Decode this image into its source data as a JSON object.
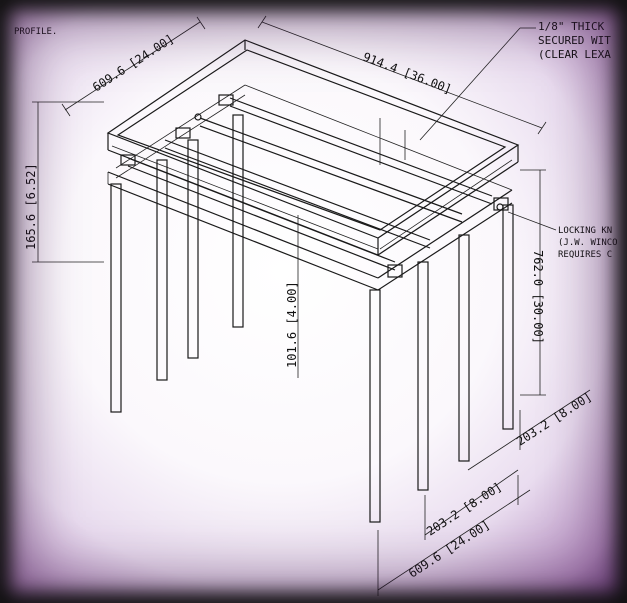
{
  "notes": {
    "top_left": "PROFILE.",
    "panel_note": [
      "1/8\" THICK",
      "SECURED WIT",
      "(CLEAR LEXA"
    ],
    "knob_note": [
      "LOCKING KN",
      "(J.W. WINCO",
      "REQUIRES C"
    ]
  },
  "dimensions": {
    "depth_top": "609.6 [24.00]",
    "width_top": "914.4 [36.00]",
    "rail_height": "165.6 [6.52]",
    "inner_drop": "101.6 [4.00]",
    "overall_height": "762.0 [30.00]",
    "leg_spacing_right": "203.2 [8.00]",
    "leg_spacing_front": "203.2 [8.00]",
    "depth_bottom": "609.6 [24.00]"
  },
  "colors": {
    "line": "#1a1a1a",
    "vignette": "#7a4d8c"
  }
}
